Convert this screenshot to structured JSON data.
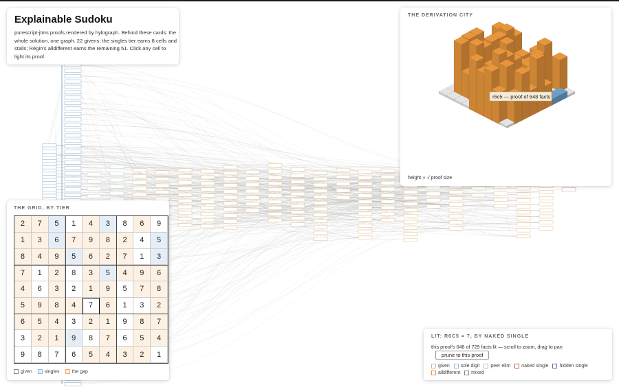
{
  "intro": {
    "title": "Explainable Sudoku",
    "description": "purescript-jtms proofs rendered by hylograph. Behind these cards: the whole solution, one graph. 22 givens; the singles tier earns 8 cells and stalls; Régin's alldifferent earns the remaining 51. Click any cell to light its proof."
  },
  "city": {
    "caption": "THE DERIVATION CITY",
    "tooltip": "r6c5 — proof of 648 facts",
    "footer": "height ∝ √ proof size"
  },
  "grid": {
    "caption": "THE GRID, BY TIER",
    "rows": [
      [
        2,
        7,
        5,
        1,
        4,
        3,
        8,
        6,
        9
      ],
      [
        1,
        3,
        6,
        7,
        9,
        8,
        2,
        4,
        5
      ],
      [
        8,
        4,
        9,
        5,
        6,
        2,
        7,
        1,
        3
      ],
      [
        7,
        1,
        2,
        8,
        3,
        5,
        4,
        9,
        6
      ],
      [
        4,
        6,
        3,
        2,
        1,
        9,
        5,
        7,
        8
      ],
      [
        5,
        9,
        8,
        4,
        7,
        6,
        1,
        3,
        2
      ],
      [
        6,
        5,
        4,
        3,
        2,
        1,
        9,
        8,
        7
      ],
      [
        3,
        2,
        1,
        9,
        8,
        7,
        6,
        5,
        4
      ],
      [
        9,
        8,
        7,
        6,
        5,
        4,
        3,
        2,
        1
      ]
    ],
    "tiers": [
      [
        "gap",
        "gap",
        "singles",
        "given",
        "gap",
        "singles",
        "given",
        "gap",
        "given"
      ],
      [
        "gap",
        "gap",
        "singles",
        "gap",
        "gap",
        "gap",
        "gap",
        "given",
        "singles"
      ],
      [
        "gap",
        "gap",
        "gap",
        "singles",
        "gap",
        "gap",
        "gap",
        "given",
        "singles"
      ],
      [
        "gap",
        "given",
        "gap",
        "given",
        "gap",
        "singles",
        "gap",
        "gap",
        "gap"
      ],
      [
        "gap",
        "given",
        "gap",
        "given",
        "gap",
        "gap",
        "given",
        "gap",
        "gap"
      ],
      [
        "gap",
        "gap",
        "gap",
        "gap",
        "given",
        "gap",
        "given",
        "given",
        "gap"
      ],
      [
        "gap",
        "gap",
        "gap",
        "given",
        "gap",
        "gap",
        "given",
        "gap",
        "gap"
      ],
      [
        "given",
        "gap",
        "gap",
        "singles",
        "given",
        "gap",
        "given",
        "gap",
        "gap"
      ],
      [
        "given",
        "given",
        "given",
        "given",
        "gap",
        "gap",
        "gap",
        "gap",
        "given"
      ]
    ],
    "selected": "r6c5",
    "legend": {
      "given": "given",
      "singles": "singles",
      "gap": "the gap"
    },
    "colors": {
      "given": "#ffffff",
      "singles": "#e5eef7",
      "gap": "#fcf1e3"
    }
  },
  "lit": {
    "caption": "LIT: R6C5 = 7, BY NAKED SINGLE",
    "description": "this proof's 648 of 729 facts lit — scroll to zoom, drag to pan",
    "button": "prune to this proof",
    "legend": [
      {
        "label": "given",
        "color": "#bbbbbb"
      },
      {
        "label": "sole digit",
        "color": "#9bbbd6"
      },
      {
        "label": "peer elim",
        "color": "#bbbbbb"
      },
      {
        "label": "naked single",
        "color": "#d9534f"
      },
      {
        "label": "hidden single",
        "color": "#5a6fb0"
      },
      {
        "label": "alldifferent",
        "color": "#e8963c"
      },
      {
        "label": "mixed",
        "color": "#888888"
      }
    ]
  }
}
